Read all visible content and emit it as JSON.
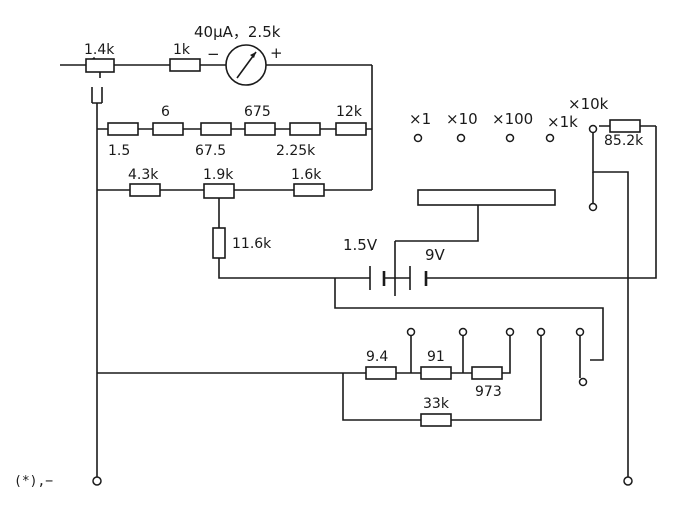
{
  "meter": {
    "label": "40μA，2.5k",
    "minus": "−",
    "plus": "+"
  },
  "resistors": {
    "r_1_4k": "1.4k",
    "r_1k": "1k",
    "r_1_5": "1.5",
    "r_6": "6",
    "r_67_5": "67.5",
    "r_675": "675",
    "r_2_25k": "2.25k",
    "r_12k": "12k",
    "r_4_3k": "4.3k",
    "r_1_9k": "1.9k",
    "r_1_6k": "1.6k",
    "r_11_6k": "11.6k",
    "r_85_2k": "85.2k",
    "r_9_4": "9.4",
    "r_91": "91",
    "r_973": "973",
    "r_33k": "33k"
  },
  "batteries": {
    "b1": "1.5V",
    "b2": "9V"
  },
  "ranges": {
    "x1": "×1",
    "x10": "×10",
    "x100": "×100",
    "x1k": "×1k",
    "x10k": "×10k"
  },
  "terminal": {
    "common": "(*),−"
  }
}
